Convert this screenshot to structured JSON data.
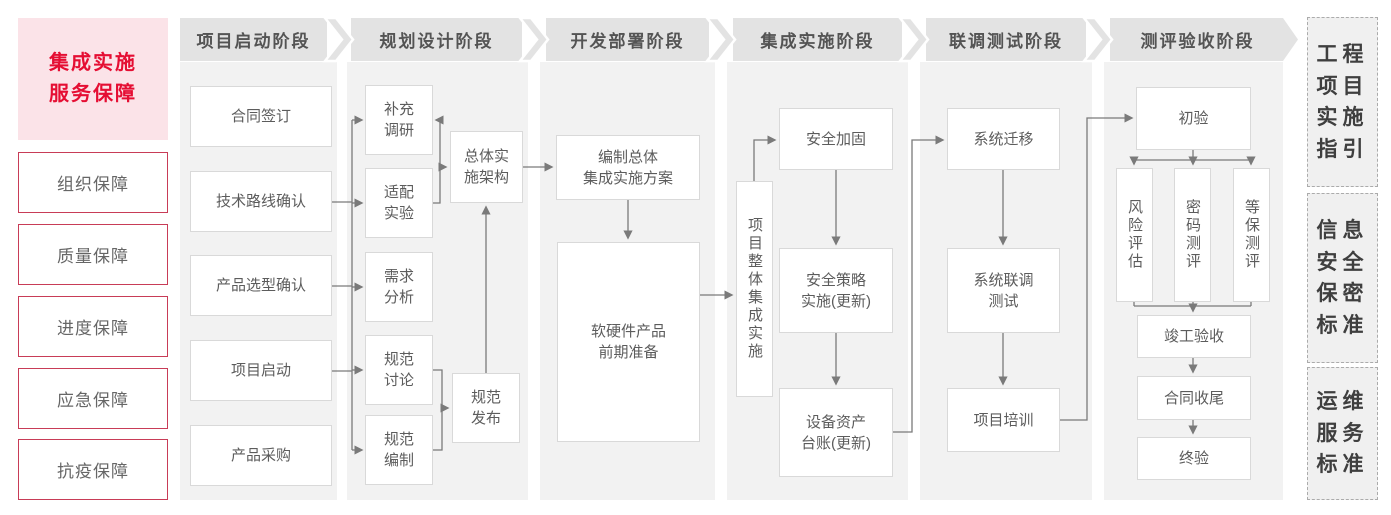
{
  "colors": {
    "accent_red_text": "#e50e33",
    "red_border": "#c83c57",
    "pink_bg": "#fbe3e8",
    "banner_bg": "#e3e3e3",
    "column_bg": "#f2f2f2",
    "box_border": "#d9d9d9",
    "box_bg": "#ffffff",
    "text_gray": "#5c5c5c",
    "connector_gray": "#7a7a7a",
    "standards_bg": "#f0f0f0",
    "standards_border": "#ababab"
  },
  "sidebar": {
    "title": "集成实施\n服务保障",
    "items": [
      "组织保障",
      "质量保障",
      "进度保障",
      "应急保障",
      "抗疫保障"
    ]
  },
  "phases": [
    {
      "label": "项目启动阶段",
      "boxes": [
        "合同签订",
        "技术路线确认",
        "产品选型确认",
        "项目启动",
        "产品采购"
      ]
    },
    {
      "label": "规划设计阶段",
      "boxes": [
        "补充\n调研",
        "适配\n实验",
        "需求\n分析",
        "规范\n讨论",
        "规范\n编制",
        "总体实\n施架构",
        "规范\n发布"
      ]
    },
    {
      "label": "开发部署阶段",
      "boxes": [
        "编制总体\n集成实施方案",
        "软硬件产品\n前期准备"
      ]
    },
    {
      "label": "集成实施阶段",
      "boxes": [
        "项目整体集成实施",
        "安全加固",
        "安全策略\n实施(更新)",
        "设备资产\n台账(更新)"
      ]
    },
    {
      "label": "联调测试阶段",
      "boxes": [
        "系统迁移",
        "系统联调\n测试",
        "项目培训"
      ]
    },
    {
      "label": "测评验收阶段",
      "boxes": [
        "初验",
        "风险评估",
        "密码测评",
        "等保测评",
        "竣工验收",
        "合同收尾",
        "终验"
      ]
    }
  ],
  "standards": [
    "工程\n项目\n实施\n指引",
    "信息\n安全\n保密\n标准",
    "运维\n服务\n标准"
  ]
}
